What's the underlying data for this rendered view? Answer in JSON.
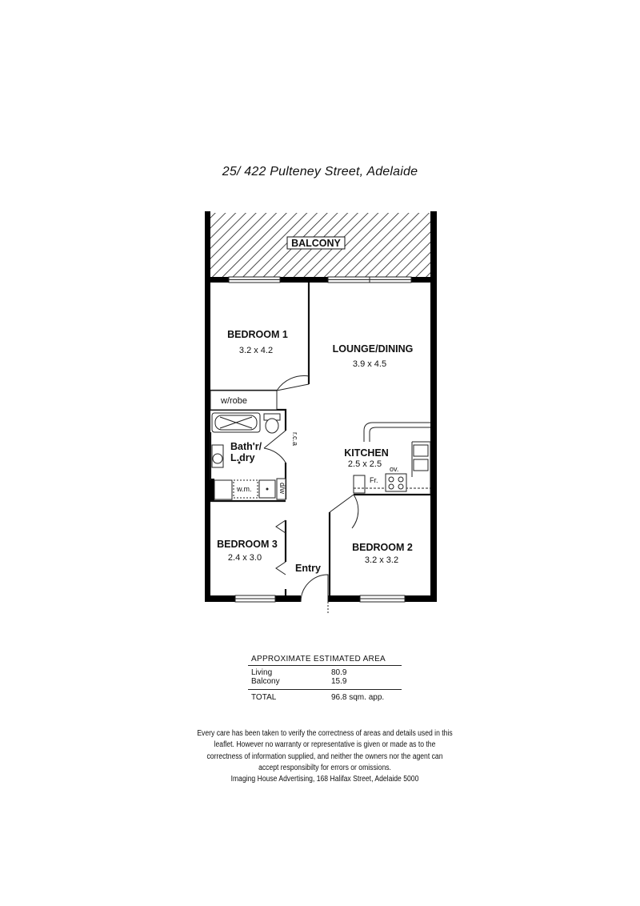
{
  "title": "25/ 422 Pulteney Street, Adelaide",
  "rooms": {
    "balcony": "BALCONY",
    "bedroom1": {
      "name": "BEDROOM 1",
      "dim": "3.2 x 4.2"
    },
    "lounge": {
      "name": "LOUNGE/DINING",
      "dim": "3.9 x 4.5"
    },
    "kitchen": {
      "name": "KITCHEN",
      "dim": "2.5 x 2.5"
    },
    "bath": {
      "name_line1": "Bath'r/",
      "name_line2": "L.dry"
    },
    "bedroom3": {
      "name": "BEDROOM 3",
      "dim": "2.4 x 3.0"
    },
    "bedroom2": {
      "name": "BEDROOM 2",
      "dim": "3.2 x 3.2"
    },
    "entry": "Entry"
  },
  "fixtures": {
    "wrobe": "w/robe",
    "rca": "r.c.a",
    "wm": "w.m.",
    "dw": "d/w",
    "fridge": "Fr.",
    "oven": "ov."
  },
  "area": {
    "heading": "APPROXIMATE ESTIMATED AREA",
    "rows": [
      {
        "label": "Living",
        "value": "80.9"
      },
      {
        "label": "Balcony",
        "value": "15.9"
      }
    ],
    "total_label": "TOTAL",
    "total_value": "96.8 sqm. app."
  },
  "disclaimer": {
    "line1": "Every care has been taken to verify the correctness of areas and details used in this",
    "line2": "leaflet.  However no warranty or representative is given or made as to the",
    "line3": "correctness of information supplied, and neither the owners nor the agent can",
    "line4": "accept responsibilty for errors or omissions.",
    "line5": "Imaging House Advertising, 168 Halifax Street, Adelaide 5000"
  }
}
